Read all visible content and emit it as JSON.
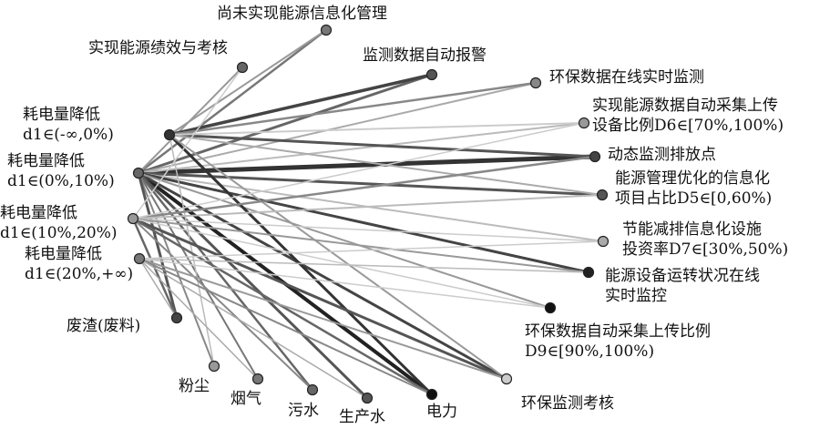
{
  "nodes": [
    {
      "id": "n_unrealized",
      "lines": [
        "尚未实现能源信息化管理"
      ],
      "shade": "#777777"
    },
    {
      "id": "n_perf",
      "lines": [
        "实现能源绩效与考核"
      ],
      "shade": "#666666"
    },
    {
      "id": "n_alarm",
      "lines": [
        "监测数据自动报警"
      ],
      "shade": "#555555"
    },
    {
      "id": "n_env_online",
      "lines": [
        "环保数据在线实时监测"
      ],
      "shade": "#888888"
    },
    {
      "id": "n_collect_d6",
      "lines": [
        "实现能源数据自动采集上传",
        "设备比例D6∈[70%,100%)"
      ],
      "shade": "#999999"
    },
    {
      "id": "n_emission",
      "lines": [
        "动态监测排放点"
      ],
      "shade": "#444444"
    },
    {
      "id": "n_mgmt_d5",
      "lines": [
        "能源管理优化的信息化",
        "项目占比D5∈[0,60%)"
      ],
      "shade": "#555555"
    },
    {
      "id": "n_invest_d7",
      "lines": [
        "节能减排信息化设施",
        "投资率D7∈[30%,50%)"
      ],
      "shade": "#aaaaaa"
    },
    {
      "id": "n_equip",
      "lines": [
        "能源设备运转状况在线",
        "实时监控"
      ],
      "shade": "#222222"
    },
    {
      "id": "n_env_d9",
      "lines": [
        "环保数据自动采集上传比例",
        "D9∈[90%,100%)"
      ],
      "shade": "#111111"
    },
    {
      "id": "n_env_assess",
      "lines": [
        "环保监测考核"
      ],
      "shade": "#cccccc"
    },
    {
      "id": "n_power",
      "lines": [
        "电力"
      ],
      "shade": "#111111"
    },
    {
      "id": "n_water_prod",
      "lines": [
        "生产水"
      ],
      "shade": "#555555"
    },
    {
      "id": "n_sewage",
      "lines": [
        "污水"
      ],
      "shade": "#666666"
    },
    {
      "id": "n_smoke",
      "lines": [
        "烟气"
      ],
      "shade": "#777777"
    },
    {
      "id": "n_dust",
      "lines": [
        "粉尘"
      ],
      "shade": "#999999"
    },
    {
      "id": "n_slag",
      "lines": [
        "废渣(废料)"
      ],
      "shade": "#444444"
    },
    {
      "id": "n_d1_4",
      "lines": [
        "耗电量降低",
        "d1∈(20%,+∞)"
      ],
      "shade": "#777777"
    },
    {
      "id": "n_d1_3",
      "lines": [
        "耗电量降低",
        "d1∈(10%,20%)"
      ],
      "shade": "#999999"
    },
    {
      "id": "n_d1_2",
      "lines": [
        "耗电量降低",
        "d1∈(0%,10%)"
      ],
      "shade": "#666666"
    },
    {
      "id": "n_d1_1",
      "lines": [
        "耗电量降低",
        "d1∈(-∞,0%)"
      ],
      "shade": "#333333"
    }
  ],
  "edges": [
    {
      "from": "n_d1_2",
      "to": "n_emission",
      "weight": 5,
      "shade": "#333333"
    },
    {
      "from": "n_d1_2",
      "to": "n_power",
      "weight": 4,
      "shade": "#222222"
    },
    {
      "from": "n_d1_2",
      "to": "n_env_assess",
      "weight": 3,
      "shade": "#444444"
    },
    {
      "from": "n_d1_2",
      "to": "n_water_prod",
      "weight": 3,
      "shade": "#555555"
    },
    {
      "from": "n_d1_2",
      "to": "n_sewage",
      "weight": 2.5,
      "shade": "#666666"
    },
    {
      "from": "n_d1_2",
      "to": "n_smoke",
      "weight": 2,
      "shade": "#777777"
    },
    {
      "from": "n_d1_2",
      "to": "n_dust",
      "weight": 2,
      "shade": "#888888"
    },
    {
      "from": "n_d1_2",
      "to": "n_slag",
      "weight": 3,
      "shade": "#555555"
    },
    {
      "from": "n_d1_2",
      "to": "n_unrealized",
      "weight": 2.5,
      "shade": "#777777"
    },
    {
      "from": "n_d1_2",
      "to": "n_perf",
      "weight": 2,
      "shade": "#999999"
    },
    {
      "from": "n_d1_2",
      "to": "n_alarm",
      "weight": 3,
      "shade": "#666666"
    },
    {
      "from": "n_d1_2",
      "to": "n_env_online",
      "weight": 2,
      "shade": "#aaaaaa"
    },
    {
      "from": "n_d1_2",
      "to": "n_collect_d6",
      "weight": 2,
      "shade": "#bbbbbb"
    },
    {
      "from": "n_d1_2",
      "to": "n_mgmt_d5",
      "weight": 3,
      "shade": "#555555"
    },
    {
      "from": "n_d1_2",
      "to": "n_invest_d7",
      "weight": 2,
      "shade": "#bbbbbb"
    },
    {
      "from": "n_d1_2",
      "to": "n_equip",
      "weight": 3,
      "shade": "#444444"
    },
    {
      "from": "n_d1_2",
      "to": "n_env_d9",
      "weight": 2,
      "shade": "#999999"
    },
    {
      "from": "n_d1_1",
      "to": "n_alarm",
      "weight": 3.5,
      "shade": "#444444"
    },
    {
      "from": "n_d1_1",
      "to": "n_env_online",
      "weight": 2.5,
      "shade": "#888888"
    },
    {
      "from": "n_d1_1",
      "to": "n_emission",
      "weight": 3,
      "shade": "#555555"
    },
    {
      "from": "n_d1_1",
      "to": "n_power",
      "weight": 3,
      "shade": "#333333"
    },
    {
      "from": "n_d1_1",
      "to": "n_collect_d6",
      "weight": 2,
      "shade": "#cccccc"
    },
    {
      "from": "n_d1_1",
      "to": "n_unrealized",
      "weight": 2,
      "shade": "#999999"
    },
    {
      "from": "n_d1_1",
      "to": "n_mgmt_d5",
      "weight": 2,
      "shade": "#aaaaaa"
    },
    {
      "from": "n_d1_1",
      "to": "n_dust",
      "weight": 1.5,
      "shade": "#bbbbbb"
    },
    {
      "from": "n_d1_1",
      "to": "n_env_assess",
      "weight": 2,
      "shade": "#999999"
    },
    {
      "from": "n_d1_3",
      "to": "n_emission",
      "weight": 2.5,
      "shade": "#888888"
    },
    {
      "from": "n_d1_3",
      "to": "n_env_assess",
      "weight": 3,
      "shade": "#555555"
    },
    {
      "from": "n_d1_3",
      "to": "n_power",
      "weight": 2.5,
      "shade": "#666666"
    },
    {
      "from": "n_d1_3",
      "to": "n_slag",
      "weight": 2.5,
      "shade": "#666666"
    },
    {
      "from": "n_d1_3",
      "to": "n_sewage",
      "weight": 2,
      "shade": "#888888"
    },
    {
      "from": "n_d1_3",
      "to": "n_mgmt_d5",
      "weight": 2,
      "shade": "#bbbbbb"
    },
    {
      "from": "n_d1_3",
      "to": "n_invest_d7",
      "weight": 1.5,
      "shade": "#cccccc"
    },
    {
      "from": "n_d1_3",
      "to": "n_equip",
      "weight": 2,
      "shade": "#999999"
    },
    {
      "from": "n_d1_3",
      "to": "n_env_d9",
      "weight": 1.5,
      "shade": "#cccccc"
    },
    {
      "from": "n_d1_3",
      "to": "n_collect_d6",
      "weight": 1.5,
      "shade": "#cccccc"
    },
    {
      "from": "n_d1_3",
      "to": "n_perf",
      "weight": 1.5,
      "shade": "#cccccc"
    },
    {
      "from": "n_d1_4",
      "to": "n_env_assess",
      "weight": 2,
      "shade": "#999999"
    },
    {
      "from": "n_d1_4",
      "to": "n_power",
      "weight": 2,
      "shade": "#888888"
    },
    {
      "from": "n_d1_4",
      "to": "n_water_prod",
      "weight": 1.5,
      "shade": "#aaaaaa"
    },
    {
      "from": "n_d1_4",
      "to": "n_equip",
      "weight": 1.5,
      "shade": "#bbbbbb"
    },
    {
      "from": "n_d1_4",
      "to": "n_env_d9",
      "weight": 1.5,
      "shade": "#cccccc"
    },
    {
      "from": "n_d1_4",
      "to": "n_smoke",
      "weight": 1.5,
      "shade": "#aaaaaa"
    },
    {
      "from": "n_d1_4",
      "to": "n_invest_d7",
      "weight": 1.5,
      "shade": "#cccccc"
    },
    {
      "from": "n_d1_4",
      "to": "n_slag",
      "weight": 1.5,
      "shade": "#aaaaaa"
    }
  ]
}
